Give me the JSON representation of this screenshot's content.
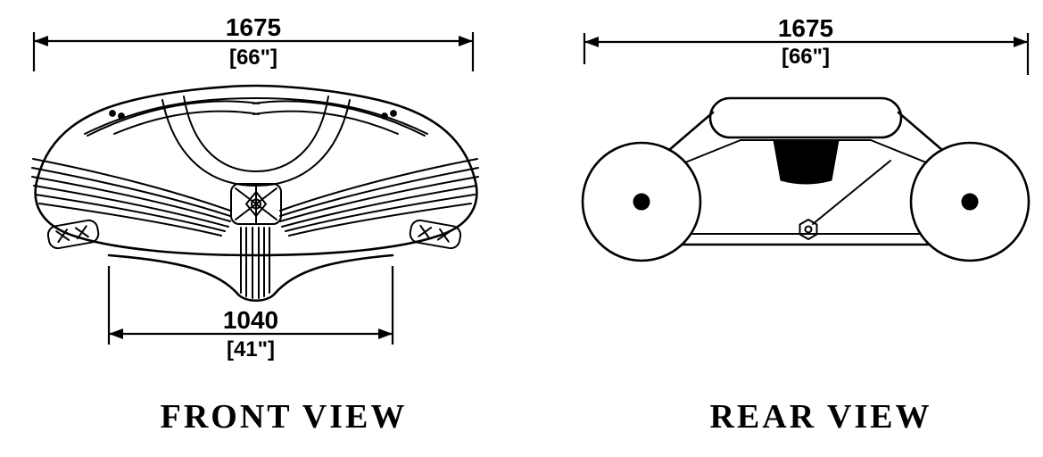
{
  "front_view": {
    "label": "FRONT VIEW",
    "overall_width": {
      "mm": "1675",
      "in": "[66\"]"
    },
    "keel_width": {
      "mm": "1040",
      "in": "[41\"]"
    }
  },
  "rear_view": {
    "label": "REAR VIEW",
    "overall_width": {
      "mm": "1675",
      "in": "[66\"]"
    }
  },
  "colors": {
    "line": "#000000",
    "background": "#ffffff"
  }
}
